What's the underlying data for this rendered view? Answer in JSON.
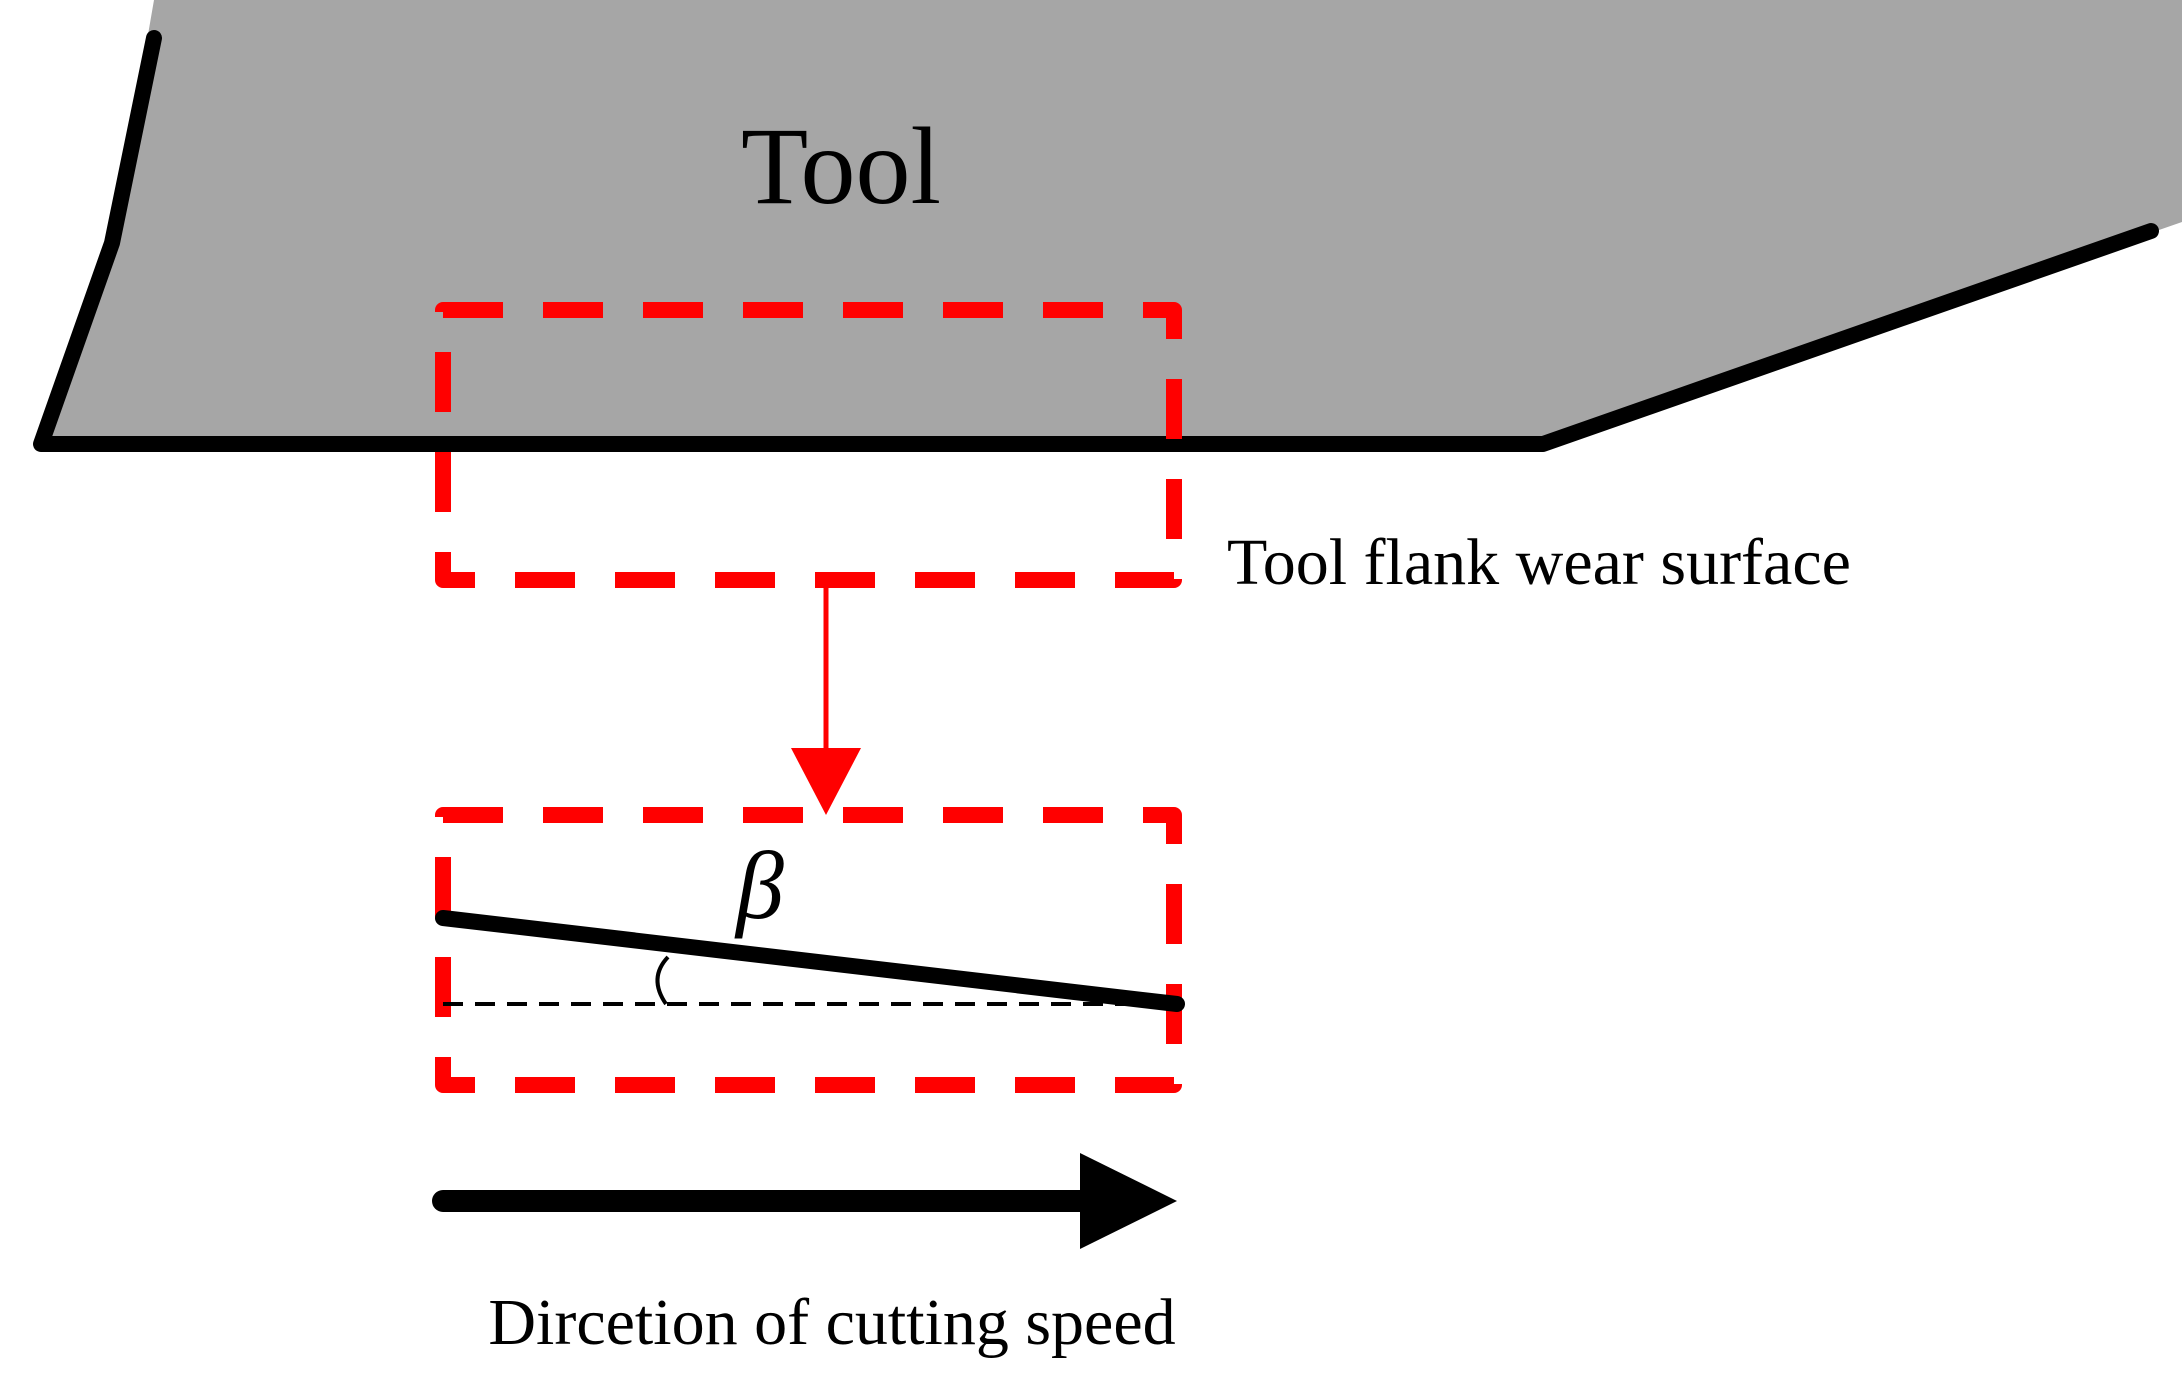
{
  "labels": {
    "tool": "Tool",
    "flank_wear_surface": "Tool flank wear surface",
    "angle_symbol": "β",
    "cutting_direction": "Dircetion of cutting speed"
  },
  "colors": {
    "tool_fill": "#a6a6a6",
    "outline": "#000000",
    "highlight": "#ff0000",
    "background": "#ffffff"
  }
}
